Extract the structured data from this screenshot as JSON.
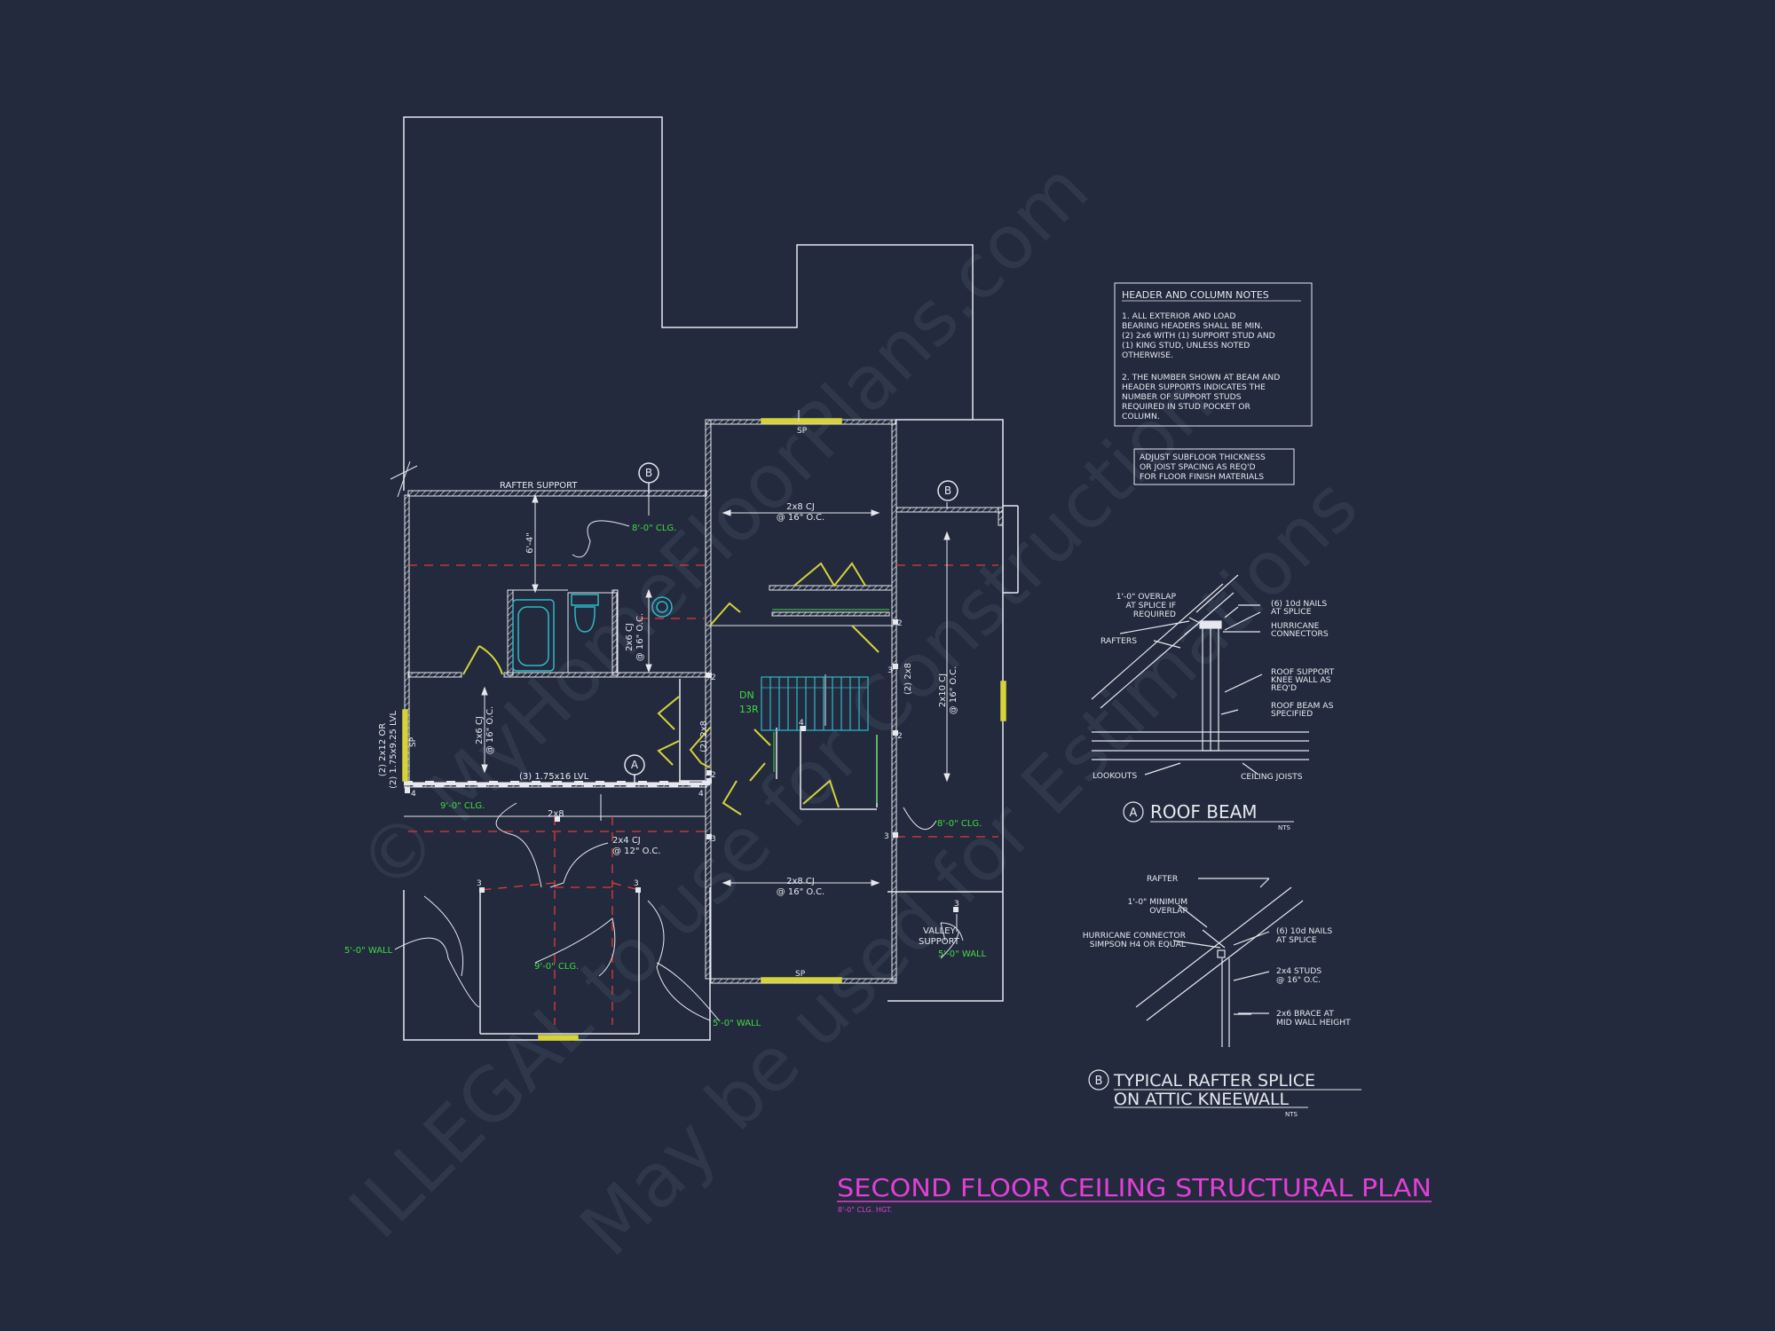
{
  "watermark": {
    "line1": "© MyHomeFloorPlans.com",
    "line2": "ILLEGAL to use for Construction",
    "line3": "May be used for Estimations"
  },
  "colors": {
    "background": "#232a3d",
    "lines": "#e6e8ee",
    "ceiling_text": "#3ddc3d",
    "window": "#d6d23a",
    "fixture": "#2fb8c8",
    "beam_dash": "#e23b3b",
    "title": "#e23fd6"
  },
  "title": {
    "main": "SECOND FLOOR CEILING STRUCTURAL PLAN",
    "sub": "8'-0\" CLG. HGT."
  },
  "notes": {
    "header_column": {
      "heading": "HEADER AND COLUMN NOTES",
      "lines": [
        "1. ALL EXTERIOR AND LOAD",
        "BEARING HEADERS SHALL BE MIN.",
        "(2) 2x6 WITH (1) SUPPORT STUD AND",
        "(1) KING STUD, UNLESS NOTED",
        "OTHERWISE.",
        "",
        "2. THE NUMBER SHOWN AT BEAM AND",
        "HEADER SUPPORTS INDICATES THE",
        "NUMBER OF SUPPORT STUDS",
        "REQUIRED IN STUD POCKET OR",
        "COLUMN."
      ]
    },
    "subfloor": [
      "ADJUST SUBFLOOR THICKNESS",
      "OR JOIST SPACING AS REQ'D",
      "FOR FLOOR FINISH MATERIALS"
    ]
  },
  "plan_labels": {
    "rafter_support": "RAFTER SUPPORT",
    "clg_8_top": "8'-0\" CLG.",
    "clg_8_right": "8'-0\" CLG.",
    "clg_9_left": "9'-0\" CLG.",
    "clg_9_center": "9'-0\" CLG.",
    "wall_5_left": "5'-0\" WALL",
    "wall_5_bottom": "5'-0\" WALL",
    "wall_5_right": "5'-0\" WALL",
    "cj_2x8_top": [
      "2x8 CJ",
      "@ 16\" O.C."
    ],
    "cj_2x8_bottom": [
      "2x8 CJ",
      "@ 16\" O.C."
    ],
    "cj_2x6_bath": [
      "2x6 CJ",
      "@ 16\" O.C."
    ],
    "cj_2x6_left": [
      "2x6 CJ",
      "@ 16\" O.C."
    ],
    "cj_2x10_right": [
      "2x10 CJ",
      "@ 16\" O.C."
    ],
    "cj_2x4": [
      "2x4 CJ",
      "@ 12\" O.C."
    ],
    "lvl_3": "(3) 1.75x16 LVL",
    "lvl_left": [
      "(2) 2x12 OR",
      "(2) 1.75x9.25 LVL"
    ],
    "hdr_2x8_a": "(2) 2x8",
    "hdr_2x8_b": "(2) 2x8",
    "hdr_2x8_c": "2x8",
    "dim_6_4": "6'-4\"",
    "sp_top": "SP",
    "sp_bottom": "SP",
    "sp_left": "SP",
    "dn": "DN",
    "br": "13R",
    "valley_support": [
      "VALLEY",
      "SUPPORT"
    ],
    "stud_counts": [
      "2",
      "2",
      "2",
      "2",
      "3",
      "3",
      "3",
      "3",
      "4",
      "4",
      "4",
      "3",
      "3"
    ],
    "callout_a": "A",
    "callout_b": "B"
  },
  "detail_a": {
    "labels": {
      "overlap": [
        "1'-0\" OVERLAP",
        "AT SPLICE IF",
        "REQUIRED"
      ],
      "nails": [
        "(6) 10d NAILS",
        "AT SPLICE"
      ],
      "hurricane": [
        "HURRICANE",
        "CONNECTORS"
      ],
      "rafters": "RAFTERS",
      "knee_wall": [
        "ROOF SUPPORT",
        "KNEE WALL AS",
        "REQ'D"
      ],
      "roof_beam": [
        "ROOF BEAM AS",
        "SPECIFIED"
      ],
      "lookouts": "LOOKOUTS",
      "ceiling_joists": "CEILING JOISTS"
    },
    "marker": "A",
    "title": "ROOF BEAM",
    "scale": "NTS"
  },
  "detail_b": {
    "labels": {
      "rafter": "RAFTER",
      "overlap": [
        "1'-0\" MINIMUM",
        "OVERLAP"
      ],
      "hurricane": [
        "HURRICANE CONNECTOR",
        "SIMPSON H4 OR EQUAL"
      ],
      "nails": [
        "(6) 10d NAILS",
        "AT SPLICE"
      ],
      "studs": [
        "2x4 STUDS",
        "@ 16\" O.C."
      ],
      "brace": [
        "2x6 BRACE AT",
        "MID WALL HEIGHT"
      ]
    },
    "marker": "B",
    "title_line1": "TYPICAL RAFTER SPLICE",
    "title_line2": "ON ATTIC KNEEWALL",
    "scale": "NTS"
  }
}
